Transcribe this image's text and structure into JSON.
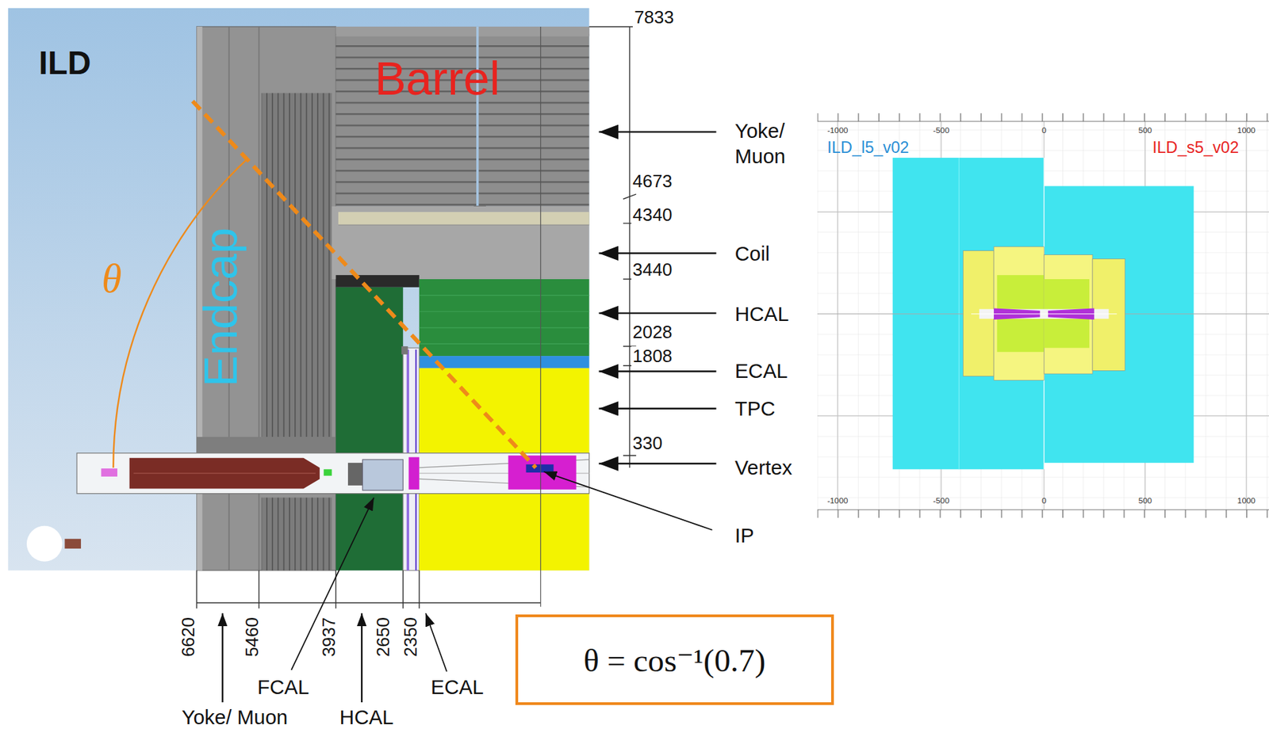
{
  "diagram": {
    "nodes": [
      {
        "text": [
          "θ = cos⁻¹(0.7)"
        ]
      }
    ],
    "labels": [
      "ILD",
      "Barrel",
      "Endcap",
      "θ",
      "7833",
      "4673",
      "4340",
      "3440",
      "2028",
      "1808",
      "330",
      "Yoke/ Muon",
      "Coil",
      "HCAL",
      "ECAL",
      "TPC",
      "Vertex",
      "IP",
      "6620",
      "5460",
      "3937",
      "2650",
      "2350",
      "FCAL",
      "ECAL",
      "Yoke/ Muon",
      "HCAL",
      "-1000",
      "-500",
      "0",
      "500",
      "1000",
      "-1000",
      "-500",
      "0",
      "500",
      "1000",
      "ILD_l5_v02",
      "ILD_s5_v02"
    ]
  }
}
